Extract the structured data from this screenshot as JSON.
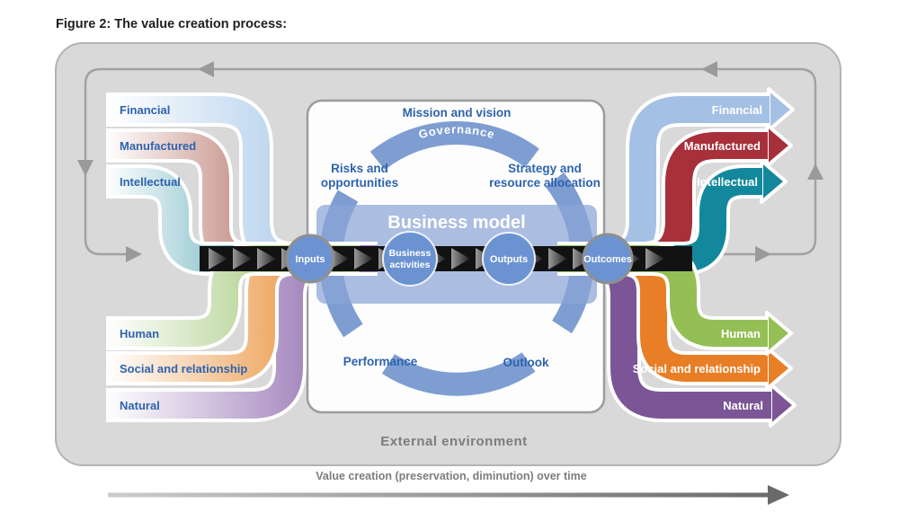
{
  "figure_title": "Figure 2: The value creation process:",
  "capitals_left": [
    {
      "id": "financial",
      "label": "Financial"
    },
    {
      "id": "manufactured",
      "label": "Manufactured"
    },
    {
      "id": "intellectual",
      "label": "Intellectual"
    },
    {
      "id": "human",
      "label": "Human"
    },
    {
      "id": "social",
      "label": "Social and relationship"
    },
    {
      "id": "natural",
      "label": "Natural"
    }
  ],
  "capitals_right": [
    {
      "id": "financial",
      "label": "Financial"
    },
    {
      "id": "manufactured",
      "label": "Manufactured"
    },
    {
      "id": "intellectual",
      "label": "Intellectual"
    },
    {
      "id": "human",
      "label": "Human"
    },
    {
      "id": "social",
      "label": "Social and relationship"
    },
    {
      "id": "natural",
      "label": "Natural"
    }
  ],
  "center": {
    "mission": "Mission and vision",
    "governance": "Governance",
    "risks_line1": "Risks and",
    "risks_line2": "opportunities",
    "strategy_line1": "Strategy and",
    "strategy_line2": "resource allocation",
    "performance": "Performance",
    "outlook": "Outlook",
    "business_model": "Business model"
  },
  "flow": {
    "inputs": "Inputs",
    "business_activities_line1": "Business",
    "business_activities_line2": "activities",
    "outputs": "Outputs",
    "outcomes": "Outcomes"
  },
  "external_environment": "External environment",
  "timeline_label": "Value creation (preservation, diminution) over time",
  "colors": {
    "label_blue": "#2e63ae",
    "ring_blue": "#7e9ed2",
    "business_model_fill": "#8ba3d6",
    "circle_blue": "#6b93d2",
    "band_black": "#121212",
    "gray_line": "#a2a2a2",
    "gray_text": "#7d7d7d",
    "left": {
      "financial": "#b5d1ec",
      "manufactured": "#bb7f73",
      "intellectual": "#86c0ca",
      "human": "#b2d18f",
      "social": "#eda055",
      "natural": "#9d7db8"
    },
    "right": {
      "financial": "#a4c0e4",
      "manufactured": "#a8303a",
      "intellectual": "#13889c",
      "human": "#93bf55",
      "social": "#e87e25",
      "natural": "#7b5596"
    }
  }
}
